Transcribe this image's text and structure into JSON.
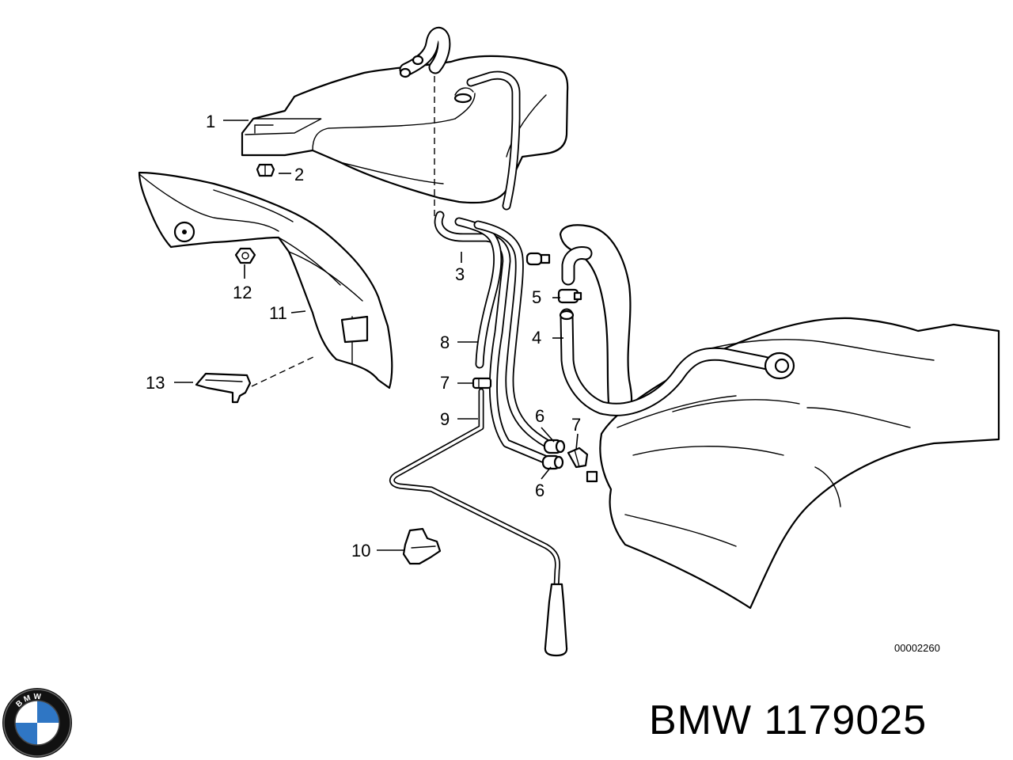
{
  "diagram": {
    "callouts": [
      "1",
      "2",
      "3",
      "4",
      "5",
      "6",
      "6",
      "7",
      "7",
      "8",
      "9",
      "10",
      "11",
      "12",
      "13"
    ],
    "diagram_number": "00002260"
  },
  "footer": {
    "brand_logo_text": "BMW",
    "brand_label": "BMW 1179025"
  }
}
